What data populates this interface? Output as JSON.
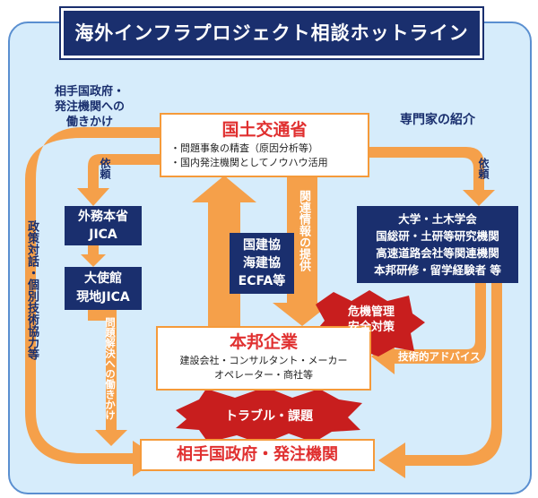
{
  "title": "海外インフラプロジェクト相談ホットライン",
  "nodes": {
    "mlit": {
      "title": "国土交通省",
      "items": [
        "・問題事象の精査（原因分析等）",
        "・国内発注機関としてノウハウ活用"
      ]
    },
    "mofa": {
      "line1": "外務本省",
      "line2": "JICA"
    },
    "embassy": {
      "line1": "大使館",
      "line2": "現地JICA"
    },
    "associations": {
      "line1": "国建協",
      "line2": "海建協",
      "line3": "ECFA等"
    },
    "experts": {
      "lines": [
        "大学・土木学会",
        "国総研・土研等研究機関",
        "高速道路会社等関連機関",
        "本邦研修・留学経験者 等"
      ]
    },
    "companies": {
      "title": "本邦企業",
      "line1": "建設会社・コンサルタント・メーカー",
      "line2": "オペレーター・商社等"
    },
    "partner": {
      "title": "相手国政府・発注機関"
    }
  },
  "labels": {
    "approach": [
      "相手国政府・",
      "発注機関への",
      "働きかけ"
    ],
    "expert_intro": "専門家の紹介",
    "request_left": "依頼",
    "request_right": "依頼",
    "policy_dialogue": "政策対話・個別技術協力等",
    "info_provision": "関連情報の提供",
    "problem_solving": "問題解決への働きかけ",
    "technical_advice": "技術的アドバイス"
  },
  "badges": {
    "crisis": [
      "危機管理",
      "安全対策"
    ],
    "trouble": "トラブル・課題"
  },
  "colors": {
    "navy": "#1a2f6e",
    "orange": "#f5a04a",
    "red": "#c81e1e",
    "title_red": "#e03030",
    "background": "#d6ecfb"
  }
}
